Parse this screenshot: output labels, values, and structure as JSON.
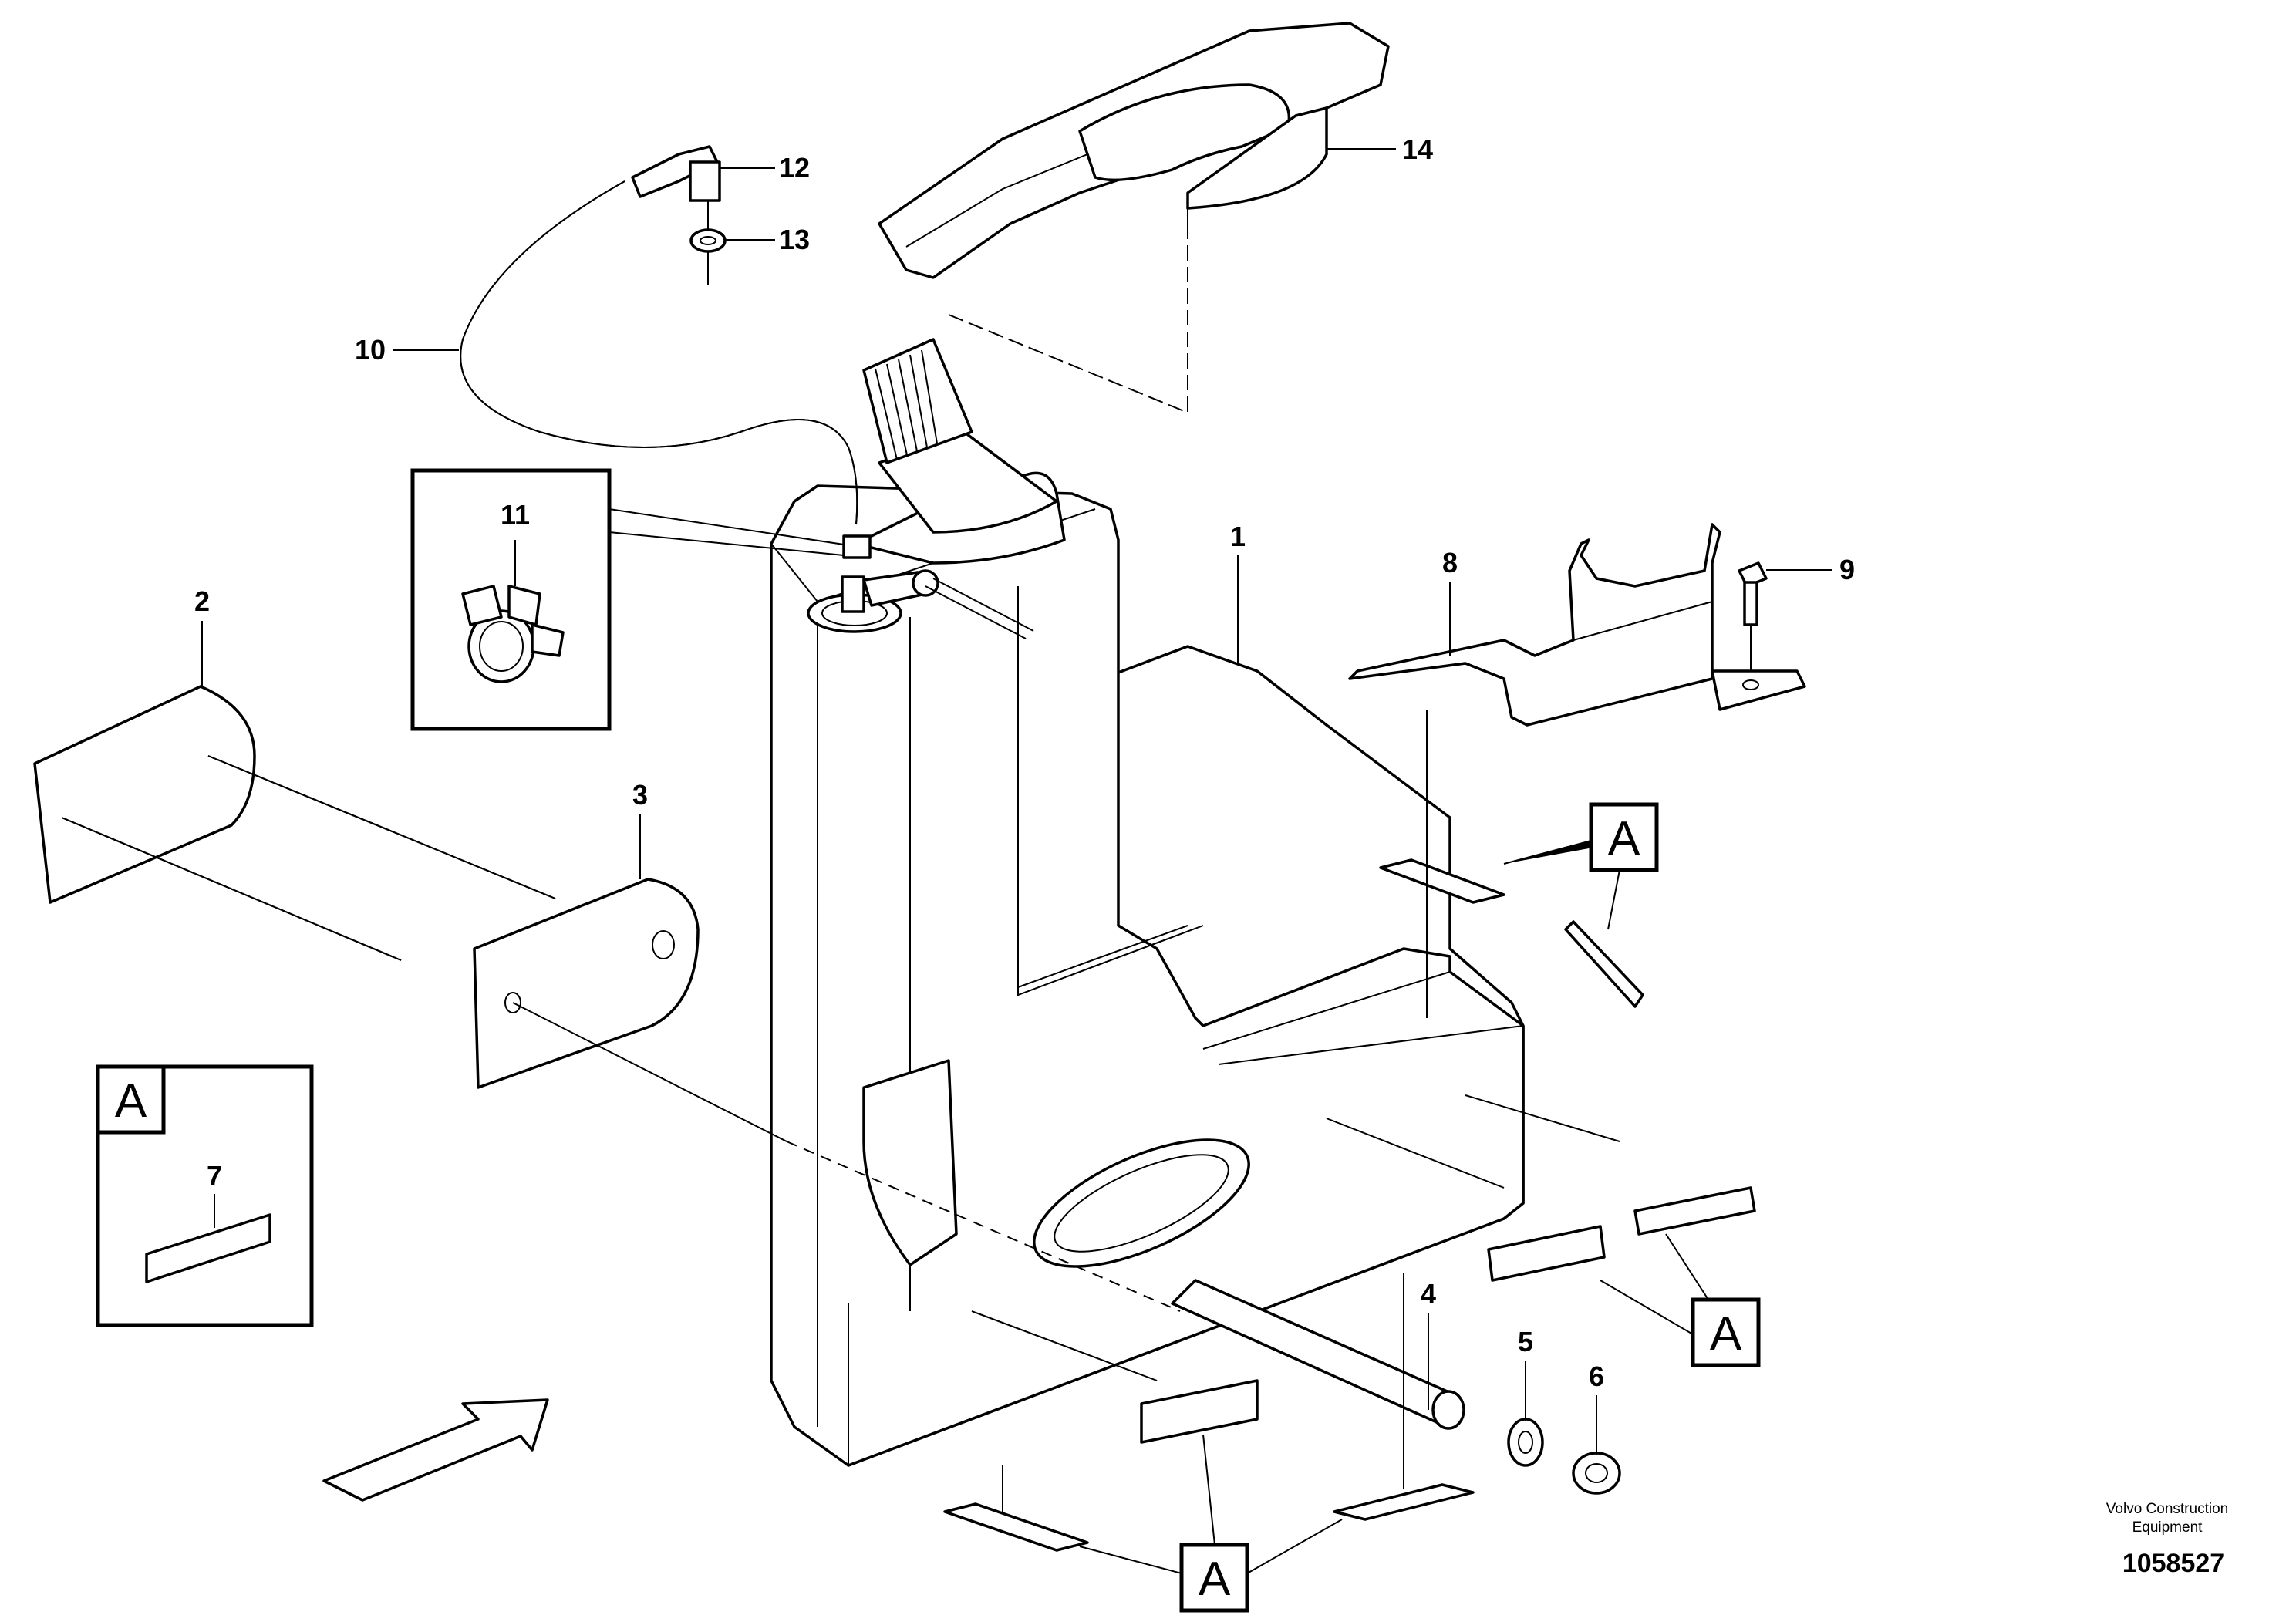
{
  "diagram": {
    "callouts": [
      {
        "id": "1",
        "label": "1"
      },
      {
        "id": "2",
        "label": "2"
      },
      {
        "id": "3",
        "label": "3"
      },
      {
        "id": "4",
        "label": "4"
      },
      {
        "id": "5",
        "label": "5"
      },
      {
        "id": "6",
        "label": "6"
      },
      {
        "id": "7",
        "label": "7"
      },
      {
        "id": "8",
        "label": "8"
      },
      {
        "id": "9",
        "label": "9"
      },
      {
        "id": "10",
        "label": "10"
      },
      {
        "id": "11",
        "label": "11"
      },
      {
        "id": "12",
        "label": "12"
      },
      {
        "id": "13",
        "label": "13"
      },
      {
        "id": "14",
        "label": "14"
      }
    ],
    "detail_marker": "A",
    "credit": {
      "line1": "Volvo Construction",
      "line2": "Equipment"
    },
    "drawing_number": "1058527"
  }
}
